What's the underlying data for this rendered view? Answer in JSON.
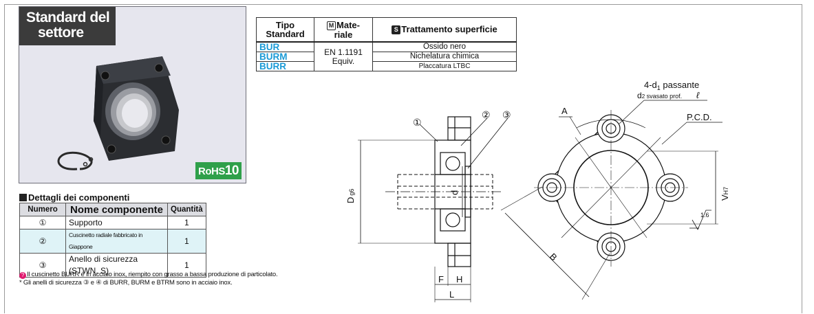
{
  "header": {
    "title_line1": "Standard del",
    "title_line2": "settore"
  },
  "rohs": {
    "prefix": "RoHS",
    "number": "10"
  },
  "spec_table": {
    "col_type_line1": "Tipo",
    "col_type_line2": "Standard",
    "col_material_badge": "M",
    "col_material_line1": "Mate-",
    "col_material_line2": "riale",
    "col_surface_badge": "S",
    "col_surface": "Trattamento superficie",
    "material_line1": "EN 1.1191",
    "material_line2": "Equiv.",
    "rows": [
      {
        "code": "BUR",
        "surface": "Ossido nero"
      },
      {
        "code": "BURM",
        "surface": "Nichelatura chimica"
      },
      {
        "code": "BURR",
        "surface": "Placcatura LTBC"
      }
    ]
  },
  "components": {
    "title": "Dettagli dei componenti",
    "headers": {
      "number": "Numero",
      "name": "Nome componente",
      "quantity": "Quantità"
    },
    "rows": [
      {
        "number": "①",
        "name": "Supporto",
        "quantity": "1"
      },
      {
        "number": "②",
        "name": "Cuscinetto radiale fabbricato in Giappone",
        "quantity": "1"
      },
      {
        "number": "③",
        "name": "Anello di sicurezza (STWN, S)",
        "quantity": "1"
      }
    ]
  },
  "notes": {
    "note1": "Il cuscinetto BURR è in acciaio inox, riempito con grasso a bassa produzione di particolato.",
    "note2": "* Gli anelli di sicurezza ③ e ④ di BURR, BURM e BTRM sono in acciaio inox."
  },
  "drawing": {
    "callout_1": "①",
    "callout_2": "②",
    "callout_3": "③",
    "dim_D": "D",
    "dim_D_sub": "g6",
    "dim_d": "d",
    "dim_F": "F",
    "dim_H": "H",
    "dim_L": "L",
    "hole_label_prefix": "4-d",
    "hole_label_sub": "1",
    "hole_label_suffix": " passante",
    "cb_prefix": "d",
    "cb_sub": "2",
    "cb_suffix": " svasato prof.",
    "cb_depth": "ℓ",
    "dim_A": "A",
    "dim_pcd": "P.C.D.",
    "dim_V": "V",
    "dim_V_sub": "H7",
    "dim_B": "B",
    "roughness": "1.6"
  }
}
